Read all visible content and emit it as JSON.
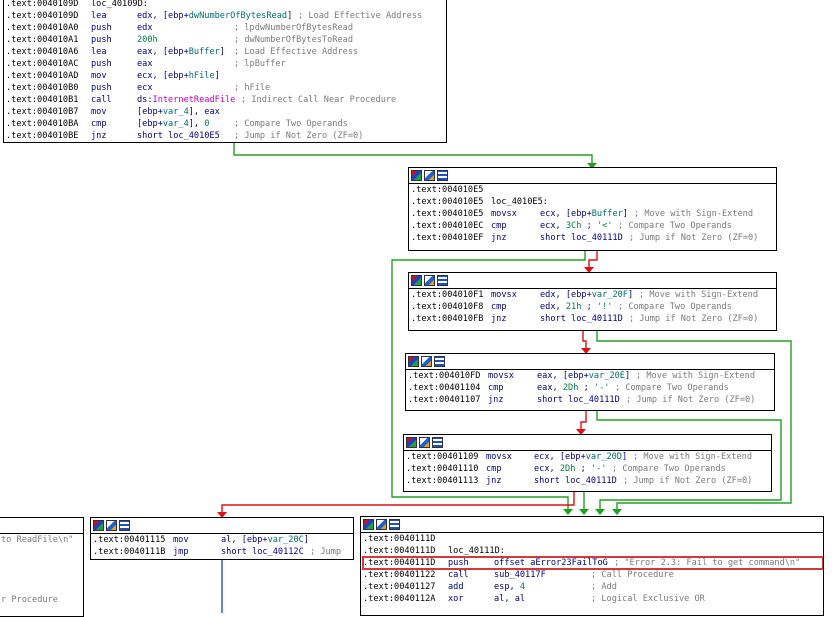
{
  "colors": {
    "true_edge": "#22a022",
    "false_edge": "#e01010",
    "flow_edge": "#006060",
    "code_blue": "#000080",
    "comment": "#7a7a7a",
    "number": "#008040",
    "highlight": "#d23a3a"
  },
  "block_top": {
    "lines": [
      {
        "a": ".text:0040109D",
        "m": "loc_40109D:",
        "o": "",
        "c": ""
      },
      {
        "a": ".text:0040109D",
        "m": "lea",
        "o": "edx, [ebp+dwNumberOfBytesRead]",
        "c": "; Load Effective Address"
      },
      {
        "a": ".text:004010A0",
        "m": "push",
        "o": "edx",
        "c": "; lpdwNumberOfBytesRead"
      },
      {
        "a": ".text:004010A1",
        "m": "push",
        "o": "200h",
        "c": "; dwNumberOfBytesToRead"
      },
      {
        "a": ".text:004010A6",
        "m": "lea",
        "o": "eax, [ebp+Buffer]",
        "c": "; Load Effective Address"
      },
      {
        "a": ".text:004010AC",
        "m": "push",
        "o": "eax",
        "c": "; lpBuffer"
      },
      {
        "a": ".text:004010AD",
        "m": "mov",
        "o": "ecx, [ebp+hFile]",
        "c": ""
      },
      {
        "a": ".text:004010B0",
        "m": "push",
        "o": "ecx",
        "c": "; hFile"
      },
      {
        "a": ".text:004010B1",
        "m": "call",
        "o": "ds:InternetReadFile",
        "c": "; Indirect Call Near Procedure"
      },
      {
        "a": ".text:004010B7",
        "m": "mov",
        "o": "[ebp+var_4], eax",
        "c": ""
      },
      {
        "a": ".text:004010BA",
        "m": "cmp",
        "o": "[ebp+var_4], 0",
        "c": "; Compare Two Operands"
      },
      {
        "a": ".text:004010BE",
        "m": "jnz",
        "o": "short loc_4010E5",
        "c": "; Jump if Not Zero (ZF=0)"
      }
    ]
  },
  "block_e5": {
    "lines": [
      {
        "a": ".text:004010E5",
        "m": "",
        "o": "",
        "c": ""
      },
      {
        "a": ".text:004010E5",
        "m": "loc_4010E5:",
        "o": "",
        "c": ""
      },
      {
        "a": ".text:004010E5",
        "m": "movsx",
        "o": "ecx, [ebp+Buffer]",
        "c": "; Move with Sign-Extend"
      },
      {
        "a": ".text:004010EC",
        "m": "cmp",
        "o": "ecx, 3Ch ; '<'",
        "c": "; Compare Two Operands"
      },
      {
        "a": ".text:004010EF",
        "m": "jnz",
        "o": "short loc_40111D",
        "c": "; Jump if Not Zero (ZF=0)"
      }
    ]
  },
  "block_f1": {
    "lines": [
      {
        "a": ".text:004010F1",
        "m": "movsx",
        "o": "edx, [ebp+var_20F]",
        "c": "; Move with Sign-Extend"
      },
      {
        "a": ".text:004010F8",
        "m": "cmp",
        "o": "edx, 21h ; '!'",
        "c": "; Compare Two Operands"
      },
      {
        "a": ".text:004010FB",
        "m": "jnz",
        "o": "short loc_40111D",
        "c": "; Jump if Not Zero (ZF=0)"
      }
    ]
  },
  "block_fd": {
    "lines": [
      {
        "a": ".text:004010FD",
        "m": "movsx",
        "o": "eax, [ebp+var_20E]",
        "c": "; Move with Sign-Extend"
      },
      {
        "a": ".text:00401104",
        "m": "cmp",
        "o": "eax, 2Dh ; '-'",
        "c": "; Compare Two Operands"
      },
      {
        "a": ".text:00401107",
        "m": "jnz",
        "o": "short loc_40111D",
        "c": "; Jump if Not Zero (ZF=0)"
      }
    ]
  },
  "block_109": {
    "lines": [
      {
        "a": ".text:00401109",
        "m": "movsx",
        "o": "ecx, [ebp+var_20D]",
        "c": "; Move with Sign-Extend"
      },
      {
        "a": ".text:00401110",
        "m": "cmp",
        "o": "ecx, 2Dh ; '-'",
        "c": "; Compare Two Operands"
      },
      {
        "a": ".text:00401113",
        "m": "jnz",
        "o": "short loc_40111D",
        "c": "; Jump if Not Zero (ZF=0)"
      }
    ]
  },
  "block_115": {
    "lines": [
      {
        "a": ".text:00401115",
        "m": "mov",
        "o": "al, [ebp+var_20C]",
        "c": ""
      },
      {
        "a": ".text:0040111B",
        "m": "jmp",
        "o": "short loc_40112C",
        "c": "; Jump"
      }
    ]
  },
  "block_11d": {
    "lines": [
      {
        "a": ".text:0040111D",
        "m": "",
        "o": "",
        "c": ""
      },
      {
        "a": ".text:0040111D",
        "m": "loc_40111D:",
        "o": "",
        "c": ""
      },
      {
        "a": ".text:0040111D",
        "m": "push",
        "o": "offset aError23FailToG",
        "c": "; \"Error 2.3: Fail to get command\\n\""
      },
      {
        "a": ".text:00401122",
        "m": "call",
        "o": "sub_40117F",
        "c": "; Call Procedure"
      },
      {
        "a": ".text:00401127",
        "m": "add",
        "o": "esp, 4",
        "c": "; Add"
      },
      {
        "a": ".text:0040112A",
        "m": "xor",
        "o": "al, al",
        "c": "; Logical Exclusive OR"
      }
    ]
  },
  "block_left": {
    "lines": [
      {
        "t": "to ReadFile\\n\""
      },
      {
        "t": ""
      },
      {
        "t": ""
      },
      {
        "t": ""
      },
      {
        "t": ""
      },
      {
        "t": "r Procedure"
      }
    ]
  }
}
